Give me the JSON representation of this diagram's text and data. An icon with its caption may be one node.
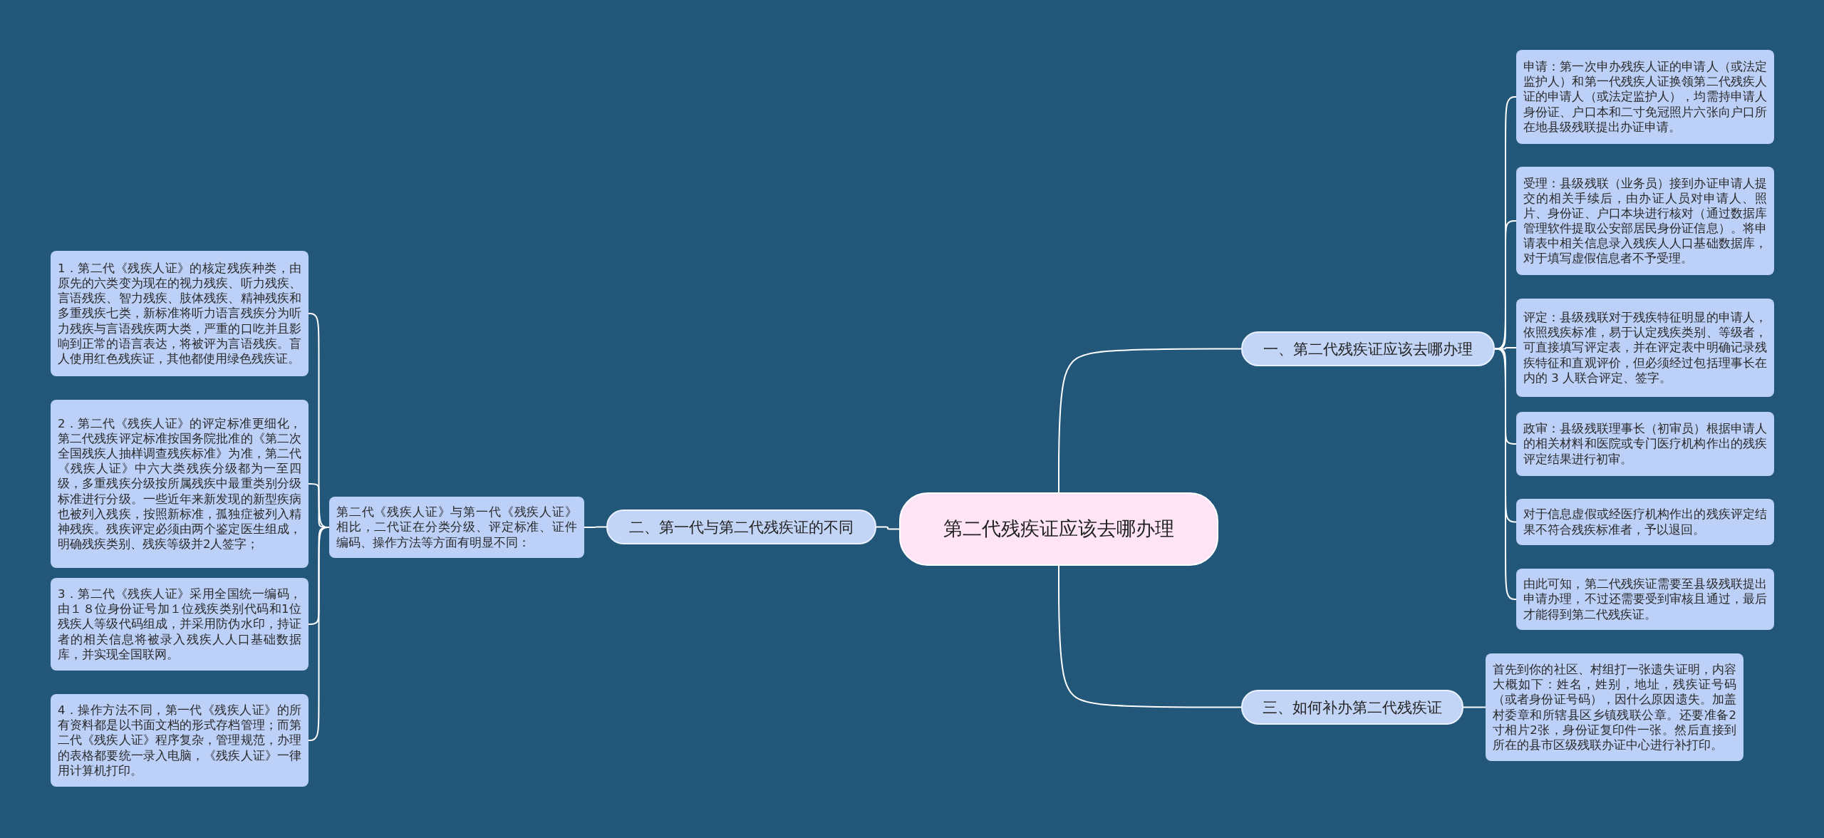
{
  "diagram": {
    "nodes": [
      {
        "text": [
          "第二代残疾证应该去哪办理"
        ]
      },
      {
        "text": [
          "一、第二代残疾证应该去哪办理"
        ]
      },
      {
        "text": [
          "申请：第一次申办残疾人证的申请人（或法定监护人）和第一代残疾人证换领第二代残疾人证的申请人（或法定监护人），均需持申请人身份证、户口本和二寸免冠照片六张向户口所在地县级残联提出办证申请。"
        ]
      },
      {
        "text": [
          "受理：县级残联（业务员）接到办证申请人提交的相关手续后，由办证人员对申请人、照片、身份证、户口本块进行核对（通过数据库管理软件提取公安部居民身份证信息）。将申请表中相关信息录入残疾人人口基础数据库，对于填写虚假信息者不予受理。"
        ]
      },
      {
        "text": [
          "评定：县级残联对于残疾特征明显的申请人，依照残疾标准，易于认定残疾类别、等级者，可直接填写评定表，并在评定表中明确记录残疾特征和直观评价，但必须经过包括理事长在内的 3 人联合评定、签字。"
        ]
      },
      {
        "text": [
          "政审：县级残联理事长（初审员）根据申请人的相关材料和医院或专门医疗机构作出的残疾评定结果进行初审。"
        ]
      },
      {
        "text": [
          "对于信息虚假或经医疗机构作出的残疾评定结果不符合残疾标准者，予以退回。"
        ]
      },
      {
        "text": [
          "由此可知，第二代残疾证需要至县级残联提出申请办理，不过还需要受到审核且通过，最后才能得到第二代残疾证。"
        ]
      },
      {
        "text": [
          "二、第一代与第二代残疾证的不同"
        ]
      },
      {
        "text": [
          "第二代《残疾人证》与第一代《残疾人证》相比，二代证在分类分级、评定标准、证件编码、操作方法等方面有明显不同："
        ]
      },
      {
        "text": [
          "1．第二代《残疾人证》的核定残疾种类，由原先的六类变为现在的视力残疾、听力残疾、言语残疾、智力残疾、肢体残疾、精神残疾和多重残疾七类，新标准将听力语言残疾分为听力残疾与言语残疾两大类，严重的口吃并且影响到正常的语言表达，将被评为言语残疾。盲人使用红色残疾证，其他都使用绿色残疾证。"
        ]
      },
      {
        "text": [
          "2．第二代《残疾人证》的评定标准更细化，第二代残疾评定标准按国务院批准的《第二次全国残疾人抽样调查残疾标准》为准，第二代《残疾人证》中六大类残疾分级都为一至四级，多重残疾分级按所属残疾中最重类别分级标准进行分级。一些近年来新发现的新型疾病也被列入残疾，按照新标准，孤独症被列入精神残疾。残疾评定必须由两个鉴定医生组成，明确残疾类别、残疾等级并2人签字；"
        ]
      },
      {
        "text": [
          "3．第二代《残疾人证》采用全国统一编码，由１８位身份证号加１位残疾类别代码和1位残疾人等级代码组成，并采用防伪水印，持证者的相关信息将被录入残疾人人口基础数据库，并实现全国联网。"
        ]
      },
      {
        "text": [
          "4．操作方法不同，第一代《残疾人证》的所有资料都是以书面文档的形式存档管理；而第二代《残疾人证》程序复杂，管理规范，办理的表格都要统一录入电脑，《残疾人证》一律用计算机打印。"
        ]
      },
      {
        "text": [
          "三、如何补办第二代残疾证"
        ]
      },
      {
        "text": [
          "首先到你的社区、村组打一张遗失证明，内容大概如下：姓名，姓别，地址，残疾证号码（或者身份证号码），因什么原因遗失。加盖村委章和所辖县区乡镇残联公章。还要准备2寸相片2张，身份证复印件一张。然后直接到所在的县市区级残联办证中心进行补打印。"
        ]
      }
    ],
    "edges": [
      {
        "from": 0,
        "to": 1,
        "arrow": "none"
      },
      {
        "from": 1,
        "to": 2,
        "arrow": "none"
      },
      {
        "from": 1,
        "to": 3,
        "arrow": "none"
      },
      {
        "from": 1,
        "to": 4,
        "arrow": "none"
      },
      {
        "from": 1,
        "to": 5,
        "arrow": "none"
      },
      {
        "from": 1,
        "to": 6,
        "arrow": "none"
      },
      {
        "from": 1,
        "to": 7,
        "arrow": "none"
      },
      {
        "from": 0,
        "to": 8,
        "arrow": "none"
      },
      {
        "from": 8,
        "to": 9,
        "arrow": "none"
      },
      {
        "from": 9,
        "to": 10,
        "arrow": "none"
      },
      {
        "from": 9,
        "to": 11,
        "arrow": "none"
      },
      {
        "from": 9,
        "to": 12,
        "arrow": "none"
      },
      {
        "from": 9,
        "to": 13,
        "arrow": "none"
      },
      {
        "from": 0,
        "to": 14,
        "arrow": "none"
      },
      {
        "from": 14,
        "to": 15,
        "arrow": "none"
      }
    ]
  }
}
